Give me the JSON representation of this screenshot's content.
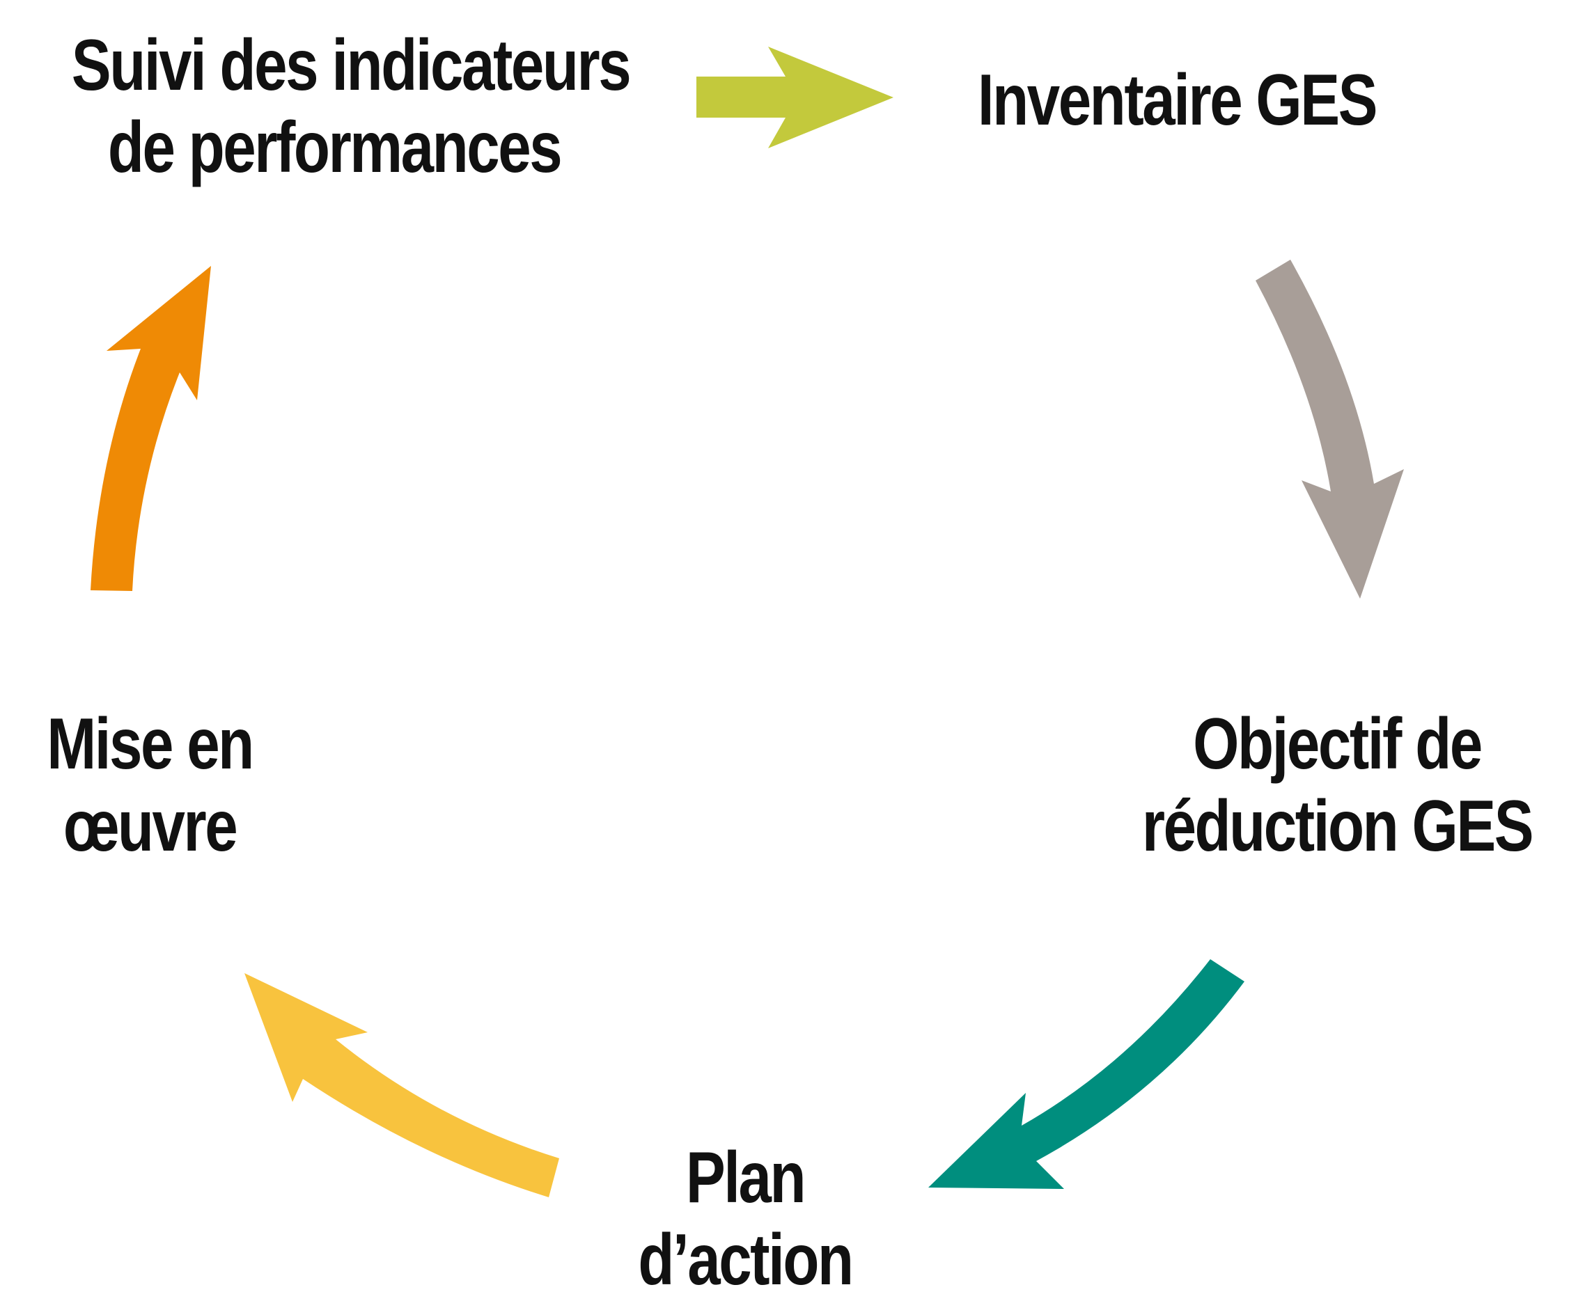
{
  "stages": [
    {
      "id": "suivi",
      "lines": [
        "Suivi des indicateurs",
        "de performances"
      ]
    },
    {
      "id": "inventaire",
      "lines": [
        "Inventaire GES"
      ]
    },
    {
      "id": "objectif",
      "lines": [
        "Objectif de",
        "réduction GES"
      ]
    },
    {
      "id": "plan",
      "lines": [
        "Plan",
        "d’action"
      ]
    },
    {
      "id": "mise",
      "lines": [
        "Mise en",
        "œuvre"
      ]
    }
  ],
  "arrows": [
    {
      "from": "suivi",
      "to": "inventaire",
      "color": "#c3c93c"
    },
    {
      "from": "inventaire",
      "to": "objectif",
      "color": "#a89e98"
    },
    {
      "from": "objectif",
      "to": "plan",
      "color": "#008e7e"
    },
    {
      "from": "plan",
      "to": "mise",
      "color": "#f8c33e"
    },
    {
      "from": "mise",
      "to": "suivi",
      "color": "#ef8a05"
    }
  ]
}
